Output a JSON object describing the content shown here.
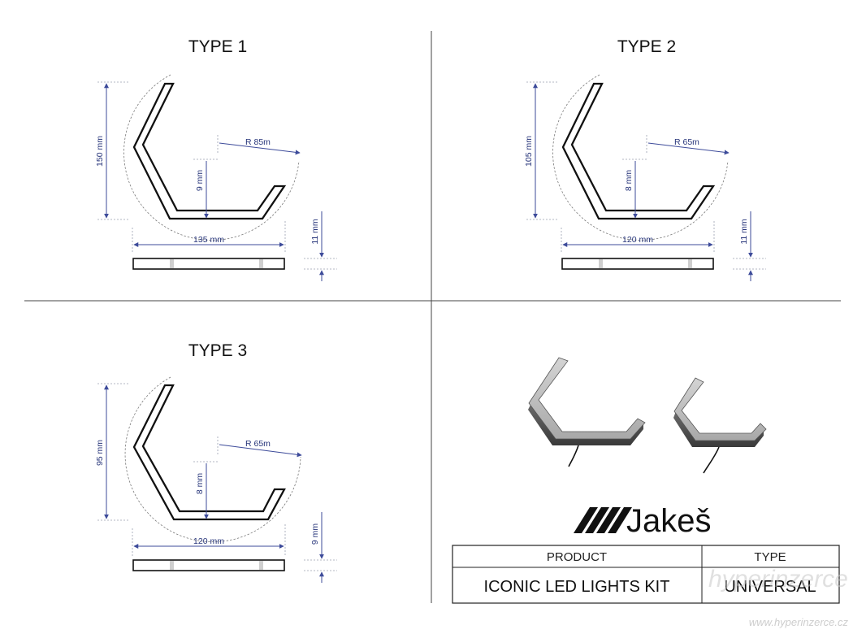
{
  "types": [
    {
      "title": "TYPE 1",
      "height_label": "150 mm",
      "radius_label": "R 85m",
      "inner_label": "9 mm",
      "width_label": "135 mm",
      "thickness_label": "11 mm"
    },
    {
      "title": "TYPE 2",
      "height_label": "105 mm",
      "radius_label": "R 65m",
      "inner_label": "8 mm",
      "width_label": "120 mm",
      "thickness_label": "11 mm"
    },
    {
      "title": "TYPE 3",
      "height_label": "95 mm",
      "radius_label": "R 65m",
      "inner_label": "8 mm",
      "width_label": "120 mm",
      "thickness_label": "9 mm"
    }
  ],
  "brand": {
    "logo_text": "Jakeš"
  },
  "table": {
    "headers": [
      "PRODUCT",
      "TYPE"
    ],
    "values": [
      "ICONIC LED LIGHTS KIT",
      "UNIVERSAL"
    ]
  },
  "watermark": {
    "big": "hyperinzerce",
    "url": "www.hyperinzerce.cz"
  },
  "colors": {
    "dimension": "#3d4b9a",
    "outline": "#111111"
  }
}
